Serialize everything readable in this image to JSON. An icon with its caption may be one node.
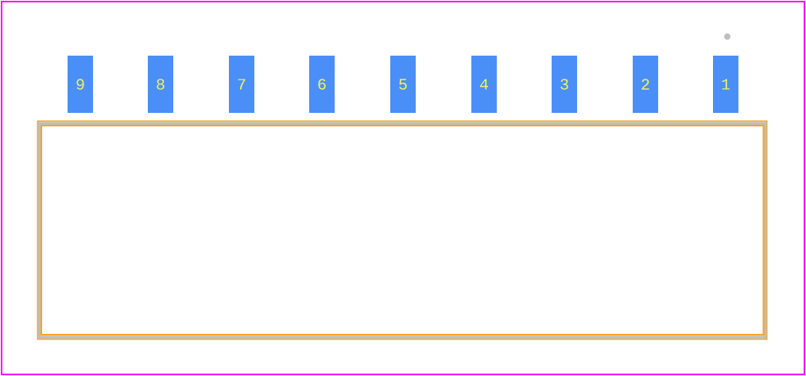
{
  "diagram": {
    "nodes": [
      {
        "text": [
          "9"
        ]
      },
      {
        "text": [
          "8"
        ]
      },
      {
        "text": [
          "7"
        ]
      },
      {
        "text": [
          "6"
        ]
      },
      {
        "text": [
          "5"
        ]
      },
      {
        "text": [
          "4"
        ]
      },
      {
        "text": [
          "3"
        ]
      },
      {
        "text": [
          "2"
        ]
      },
      {
        "text": [
          "1"
        ]
      }
    ]
  }
}
